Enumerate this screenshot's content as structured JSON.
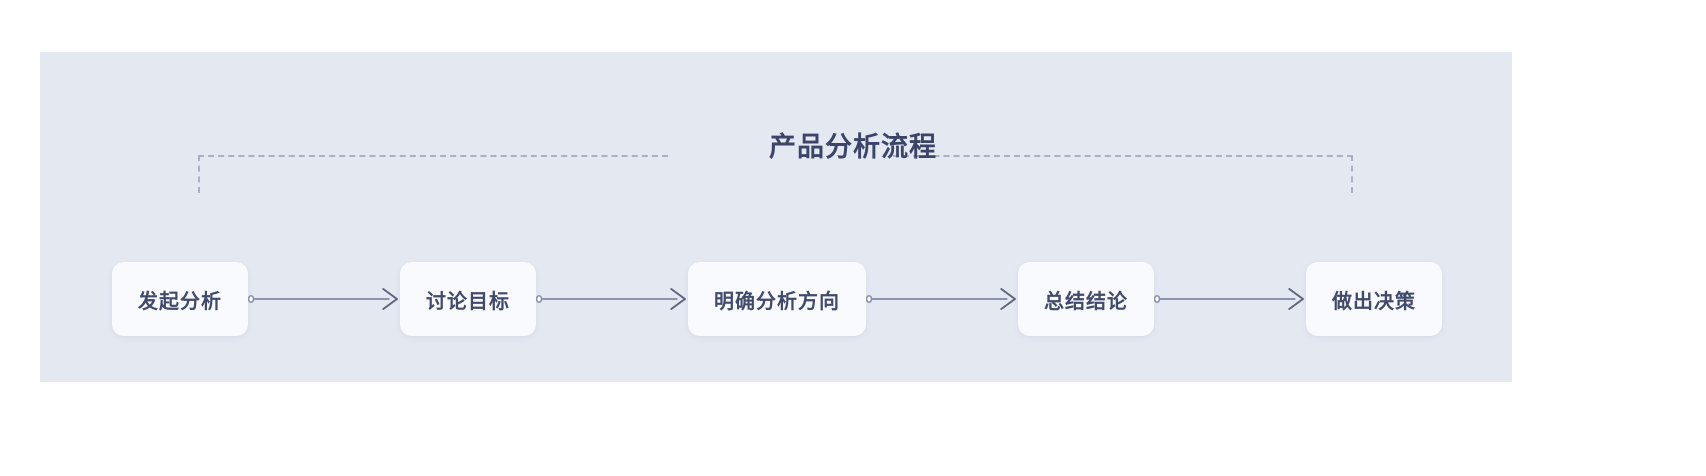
{
  "diagram": {
    "title": "产品分析流程",
    "panel_color": "#e3e8f1",
    "node_color": "#f9fafd",
    "line_color": "#8b93ad",
    "text_color": "#414a6b",
    "title_color": "#3c4568",
    "bracket_color": "#aab0c5",
    "nodes": [
      {
        "label": "发起分析"
      },
      {
        "label": "讨论目标"
      },
      {
        "label": "明确分析方向"
      },
      {
        "label": "总结结论"
      },
      {
        "label": "做出决策"
      }
    ],
    "connectors": [
      {
        "from": "发起分析",
        "to": "讨论目标"
      },
      {
        "from": "讨论目标",
        "to": "明确分析方向"
      },
      {
        "from": "明确分析方向",
        "to": "总结结论"
      },
      {
        "from": "总结结论",
        "to": "做出决策"
      }
    ]
  }
}
